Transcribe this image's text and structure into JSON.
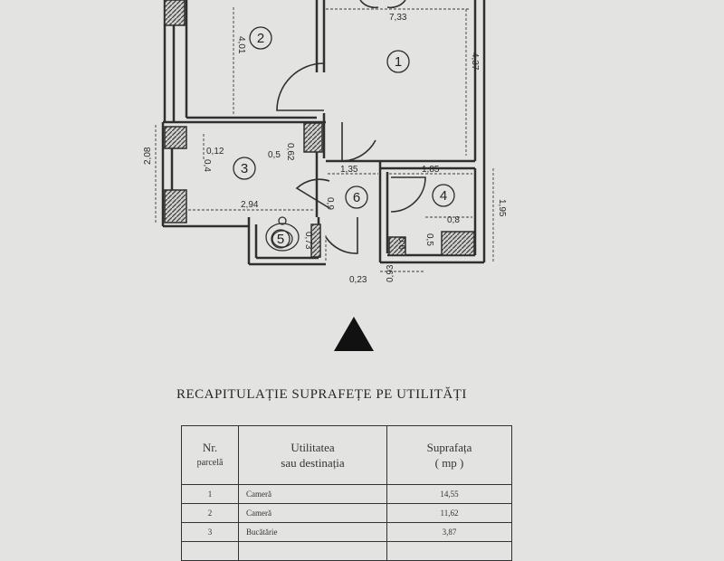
{
  "plan": {
    "rooms": [
      {
        "num": "1"
      },
      {
        "num": "2"
      },
      {
        "num": "3"
      },
      {
        "num": "4"
      },
      {
        "num": "5"
      },
      {
        "num": "6"
      }
    ],
    "dimensions": {
      "d401": "4,01",
      "d733": "7,33",
      "d437": "4,37",
      "d012": "0,12",
      "d05": "0,5",
      "d062": "0,62",
      "d04": "0,4",
      "d208": "2,08",
      "d294": "2,94",
      "d135": "1,35",
      "d185": "1,85",
      "d08": "0,8",
      "d195": "1,95",
      "d073": "0,73",
      "d09": "0,9",
      "d023": "0,23",
      "d093": "0,93",
      "d05b": "0,5",
      "d06": "0,6"
    },
    "colors": {
      "wall": "#3a3a3a",
      "line": "#2b2b2b",
      "paper": "#e3e4e1"
    },
    "north_marker_icon": "triangle-up"
  },
  "summary": {
    "title": "RECAPITULAȚIE SUPRAFEȚE PE UTILITĂȚI",
    "headers": {
      "nr_line1": "Nr.",
      "nr_line2": "parcelă",
      "util_line1": "Utilitatea",
      "util_line2": "sau destinația",
      "surf_line1": "Suprafața",
      "surf_line2": "( mp )"
    },
    "rows": [
      {
        "nr": "1",
        "use": "Cameră",
        "area": "14,55"
      },
      {
        "nr": "2",
        "use": "Cameră",
        "area": "11,62"
      },
      {
        "nr": "3",
        "use": "Bucătărie",
        "area": "3,87"
      },
      {
        "nr": "",
        "use": "",
        "area": ""
      }
    ]
  }
}
